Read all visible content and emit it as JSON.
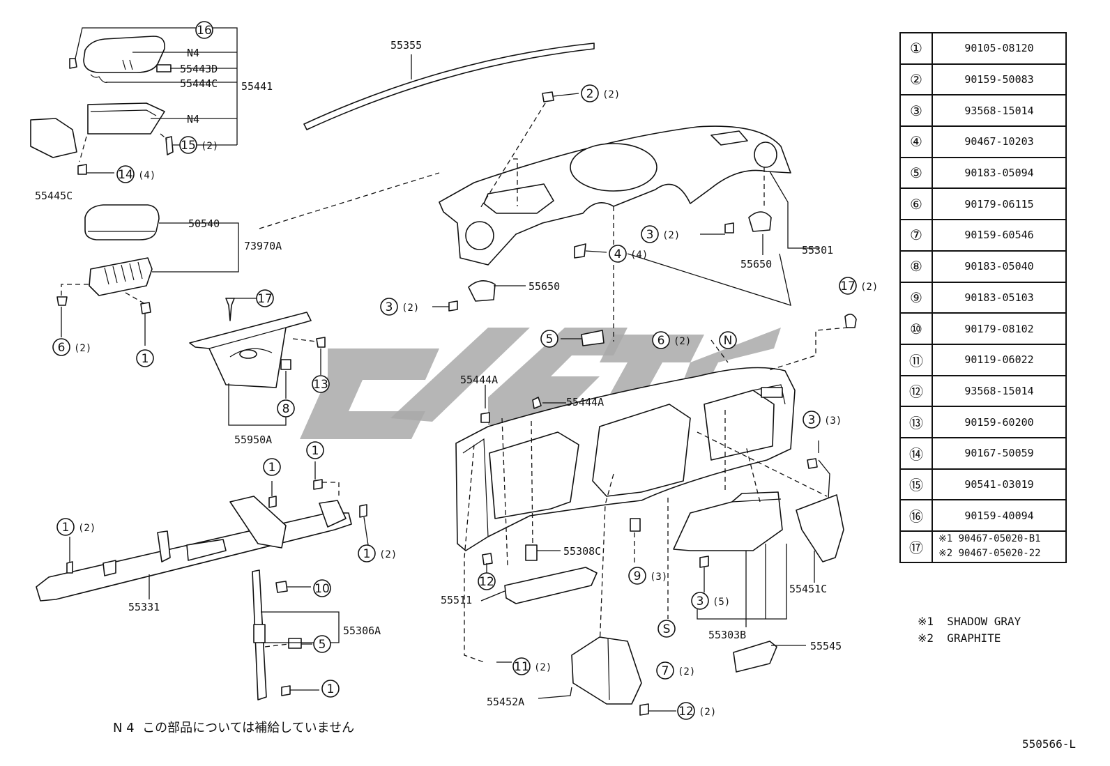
{
  "table": {
    "rows": [
      {
        "no": "①",
        "pn": "90105-08120"
      },
      {
        "no": "②",
        "pn": "90159-50083"
      },
      {
        "no": "③",
        "pn": "93568-15014"
      },
      {
        "no": "④",
        "pn": "90467-10203"
      },
      {
        "no": "⑤",
        "pn": "90183-05094"
      },
      {
        "no": "⑥",
        "pn": "90179-06115"
      },
      {
        "no": "⑦",
        "pn": "90159-60546"
      },
      {
        "no": "⑧",
        "pn": "90183-05040"
      },
      {
        "no": "⑨",
        "pn": "90183-05103"
      },
      {
        "no": "⑩",
        "pn": "90179-08102"
      },
      {
        "no": "⑪",
        "pn": "90119-06022"
      },
      {
        "no": "⑫",
        "pn": "93568-15014"
      },
      {
        "no": "⑬",
        "pn": "90159-60200"
      },
      {
        "no": "⑭",
        "pn": "90167-50059"
      },
      {
        "no": "⑮",
        "pn": "90541-03019"
      },
      {
        "no": "⑯",
        "pn": "90159-40094"
      }
    ],
    "last": {
      "no": "⑰",
      "line1": "※1 90467-05020-B1",
      "line2": "※2 90467-05020-22"
    }
  },
  "notes": [
    "※1  SHADOW GRAY",
    "※2  GRAPHITE"
  ],
  "footnote": "N 4  この部品については補給していません",
  "drawing_no": "550566-L",
  "labels": {
    "p55355": "55355",
    "p55441": "55441",
    "p55443D": "55443D",
    "p55444C": "55444C",
    "p55445C": "55445C",
    "n4a": "N4",
    "n4b": "N4",
    "p50540": "50540",
    "p73970A": "73970A",
    "p55950A": "55950A",
    "p55331": "55331",
    "p55306A": "55306A",
    "p55650a": "55650",
    "p55650b": "55650",
    "p55301": "55301",
    "p55444A_1": "55444A",
    "p55444A_2": "55444A",
    "p55308C": "55308C",
    "p55511": "55511",
    "p55452A": "55452A",
    "p55303B": "55303B",
    "p55545": "55545",
    "p55451C": "55451C",
    "N": "N",
    "S": "S"
  },
  "callouts": {
    "q2": "(2)",
    "q4": "(4)",
    "q3": "(3)",
    "q5": "(5)"
  },
  "colors": {
    "ink": "#111111",
    "watermark": "#a9a9a9"
  }
}
